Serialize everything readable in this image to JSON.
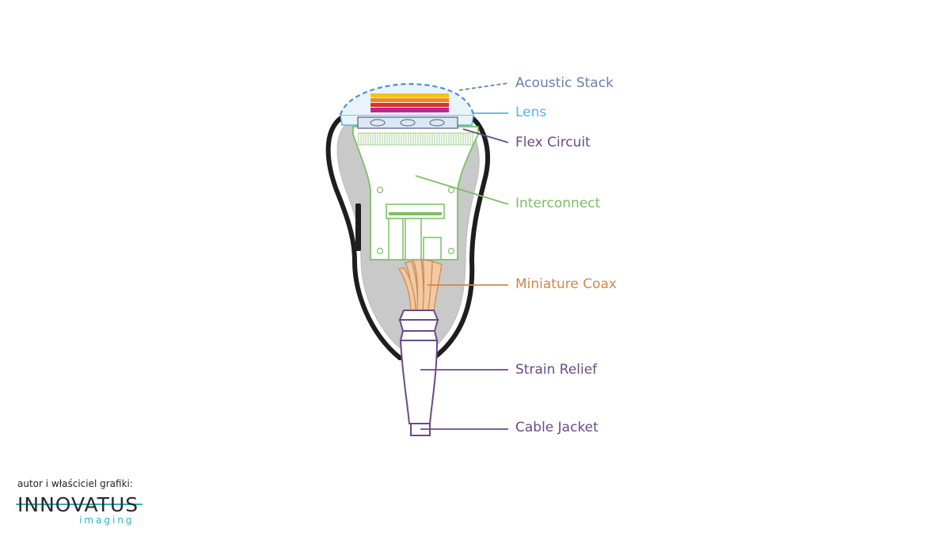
{
  "labels": {
    "acoustic_stack": "Acoustic Stack",
    "lens": "Lens",
    "flex_circuit": "Flex Circuit",
    "interconnect": "Interconnect",
    "miniature_coax": "Miniature Coax",
    "strain_relief": "Strain Relief",
    "cable_jacket": "Cable Jacket"
  },
  "credit": {
    "text": "autor i właściciel grafiki:",
    "logo_name": "INNOVATUS",
    "logo_sub": "imaging"
  },
  "colors": {
    "acoustic_stack": "#6b7fa8",
    "lens": "#5ab4d6",
    "flex_circuit": "#6a4a86",
    "interconnect": "#7dbf63",
    "miniature_coax": "#d1874d",
    "strain_relief": "#6a4a86",
    "cable_jacket": "#6a4a86",
    "accent": "#2bb3c0"
  }
}
